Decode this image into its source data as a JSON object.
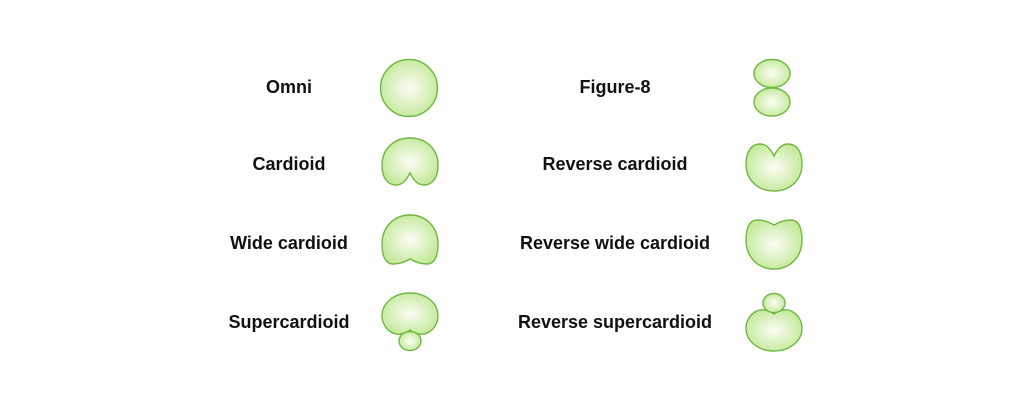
{
  "patterns": [
    {
      "label": "Omni",
      "shape": "omni-icon"
    },
    {
      "label": "Cardioid",
      "shape": "cardioid-icon"
    },
    {
      "label": "Wide cardioid",
      "shape": "wide-cardioid-icon"
    },
    {
      "label": "Supercardioid",
      "shape": "supercardioid-icon"
    },
    {
      "label": "Figure-8",
      "shape": "figure-8-icon"
    },
    {
      "label": "Reverse cardioid",
      "shape": "reverse-cardioid-icon"
    },
    {
      "label": "Reverse wide cardioid",
      "shape": "reverse-wide-cardioid-icon"
    },
    {
      "label": "Reverse supercardioid",
      "shape": "reverse-supercardioid-icon"
    }
  ],
  "colors": {
    "fill_center": "#fbfef5",
    "fill_edge": "#c4e89a",
    "stroke": "#6eb83f",
    "text": "#111111"
  }
}
